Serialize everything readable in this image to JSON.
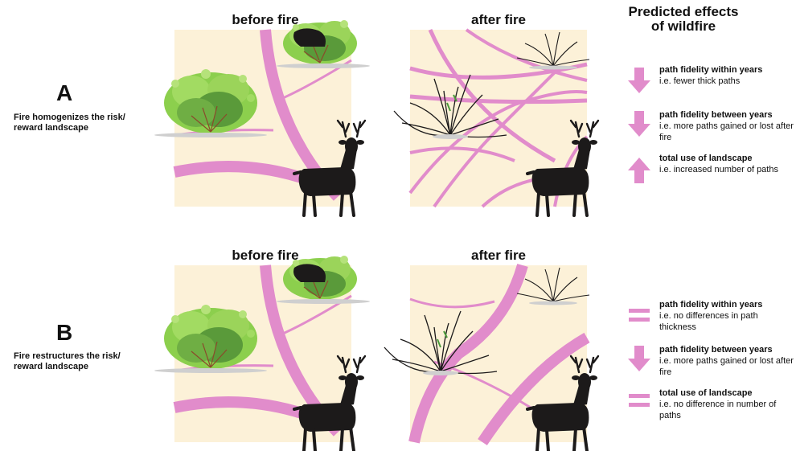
{
  "colors": {
    "path": "#e18ccb",
    "landscape": "#fcf1d8",
    "animal": "#1c1a1a",
    "shrub": "#8ccf4d",
    "shrub_dark": "#5a9a3a"
  },
  "headers": {
    "a_before": "before fire",
    "a_after": "after fire",
    "b_before": "before fire",
    "b_after": "after fire",
    "predicted": "Predicted effects of wildfire"
  },
  "scenario_a": {
    "letter": "A",
    "caption": "Fire homogenizes the risk/ reward landscape",
    "effects": [
      {
        "icon": "arrow-down-icon",
        "title": "path fidelity within years",
        "desc": "i.e. fewer thick paths"
      },
      {
        "icon": "arrow-down-icon",
        "title": "path fidelity between years",
        "desc": "i.e. more paths gained or lost after fire"
      },
      {
        "icon": "arrow-up-icon",
        "title": "total use of landscape",
        "desc": "i.e. increased number of paths"
      }
    ]
  },
  "scenario_b": {
    "letter": "B",
    "caption": "Fire restructures the risk/ reward landscape",
    "effects": [
      {
        "icon": "equals-icon",
        "title": "path fidelity within years",
        "desc": "i.e. no differences in path thickness"
      },
      {
        "icon": "arrow-down-icon",
        "title": "path fidelity between years",
        "desc": "i.e. more paths gained or lost after fire"
      },
      {
        "icon": "equals-icon",
        "title": "total use of landscape",
        "desc": "i.e. no difference in number of paths"
      }
    ]
  }
}
